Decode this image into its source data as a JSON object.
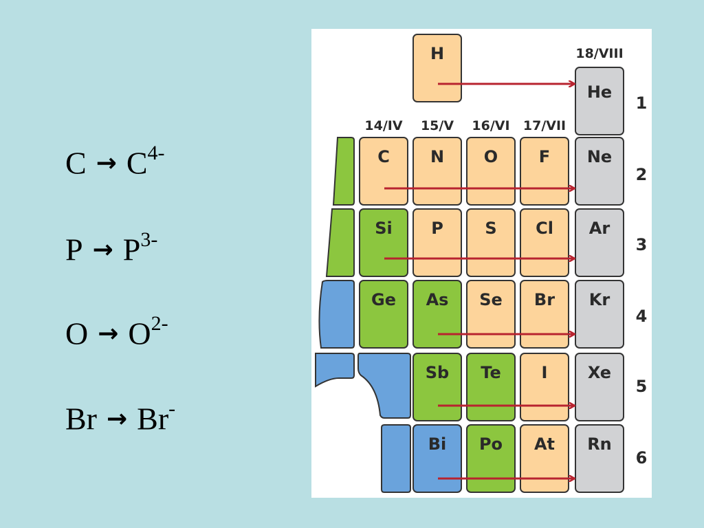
{
  "equations": [
    {
      "from": "C",
      "to": "C",
      "charge": "4-"
    },
    {
      "from": "P",
      "to": "P",
      "charge": "3-"
    },
    {
      "from": "O",
      "to": "O",
      "charge": "2-"
    },
    {
      "from": "Br",
      "to": "Br",
      "charge": "-"
    }
  ],
  "arrow_glyph": "→",
  "periodic_table": {
    "group_headers": [
      "14/IV",
      "15/V",
      "16/VI",
      "17/VII",
      "18/VIII"
    ],
    "period_numbers": [
      "1",
      "2",
      "3",
      "4",
      "5",
      "6"
    ],
    "elements": {
      "H": "H",
      "He": "He",
      "C": "C",
      "N": "N",
      "O": "O",
      "F": "F",
      "Ne": "Ne",
      "Si": "Si",
      "P": "P",
      "S": "S",
      "Cl": "Cl",
      "Ar": "Ar",
      "Ge": "Ge",
      "As": "As",
      "Se": "Se",
      "Br": "Br",
      "Kr": "Kr",
      "Sb": "Sb",
      "Te": "Te",
      "I": "I",
      "Xe": "Xe",
      "Bi": "Bi",
      "Po": "Po",
      "At": "At",
      "Rn": "Rn"
    },
    "colors": {
      "nonmetal": "#fdd49b",
      "metalloid": "#8cc63f",
      "metal": "#6aa3dc",
      "noble_gas": "#d1d2d4",
      "border": "#333333",
      "arrow": "#b8232f"
    }
  }
}
